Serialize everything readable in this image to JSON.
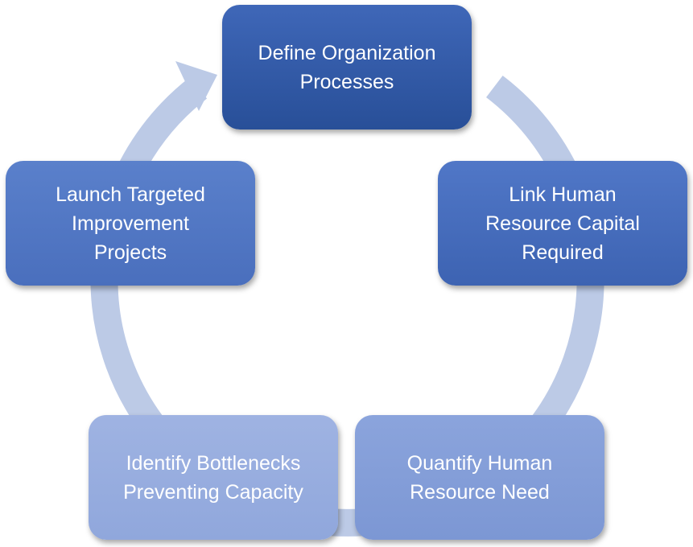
{
  "colors": {
    "ring": "#bccae6",
    "step_1": "#2f579f",
    "step_2": "#4469b8",
    "step_3": "#819bd6",
    "step_4": "#97addf",
    "step_5": "#5076c4"
  },
  "cycle": {
    "steps": [
      {
        "label": "Define Organization\nProcesses"
      },
      {
        "label": "Link Human\nResource Capital\nRequired"
      },
      {
        "label": "Quantify Human\nResource Need"
      },
      {
        "label": "Identify Bottlenecks\nPreventing Capacity"
      },
      {
        "label": "Launch Targeted\nImprovement\nProjects"
      }
    ]
  }
}
